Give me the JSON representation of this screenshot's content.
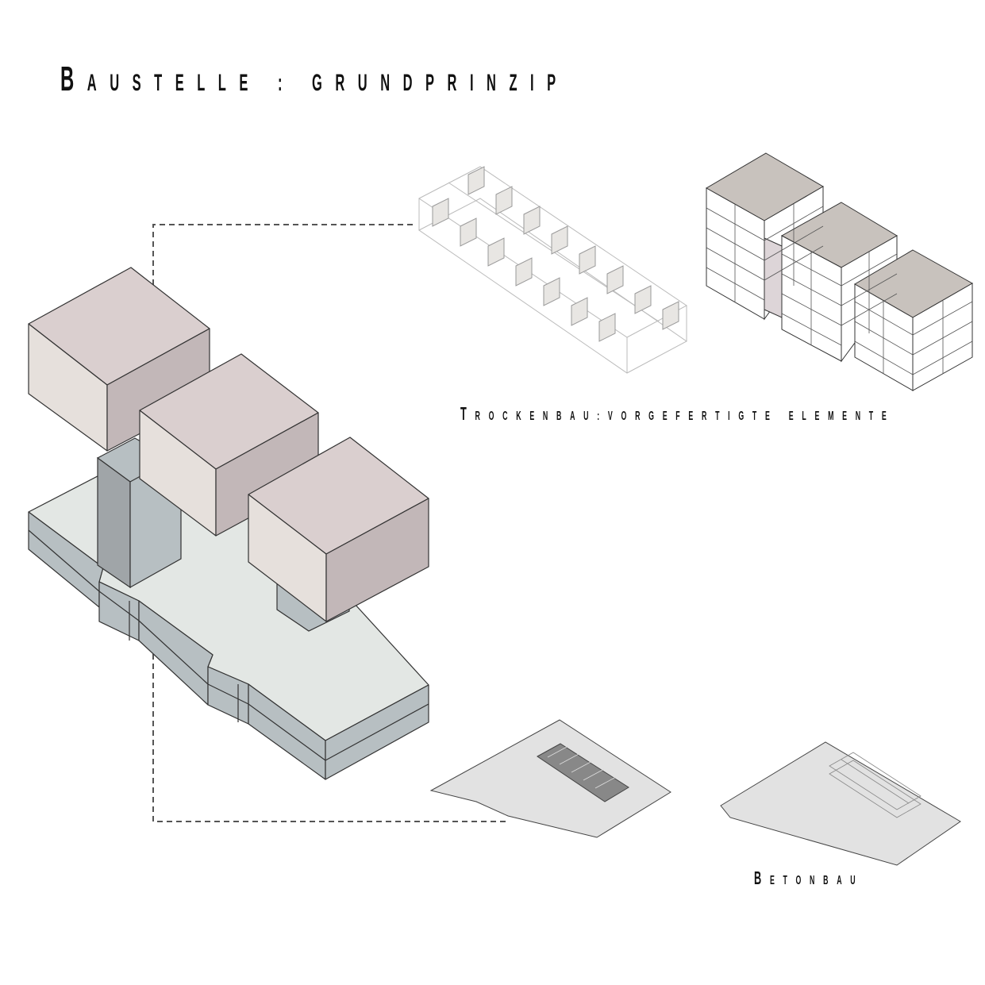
{
  "title": "Baustelle : Grundprinzip",
  "labels": {
    "trockenbau": "Trockenbau:vorgefertigte elemente",
    "betonbau": "Betonbau"
  },
  "colors": {
    "box_top": "#dacfcf",
    "box_left": "#e6e0dc",
    "box_right": "#c2b7b8",
    "slab_top": "#e3e7e4",
    "slab_side": "#b7bfc2",
    "slab_side_dark": "#a0a5a8",
    "site": "#e2e2e2"
  }
}
